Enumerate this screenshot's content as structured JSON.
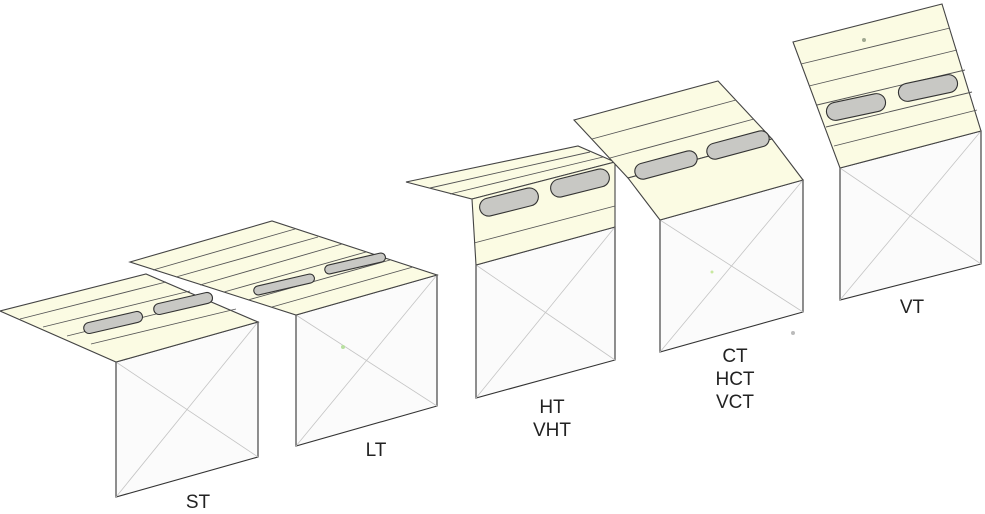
{
  "labels": {
    "st": "ST",
    "lt": "LT",
    "ht": [
      "HT",
      "VHT"
    ],
    "ct": [
      "CT",
      "HCT",
      "VCT"
    ],
    "vt": "VT"
  },
  "colors": {
    "tread": "#fbfbe3",
    "tread_edge": "#555555",
    "strip_fill": "#c8c8c4",
    "riser": "#fbfbfb",
    "outline": "#333333",
    "cross": "#bdbdbd"
  }
}
